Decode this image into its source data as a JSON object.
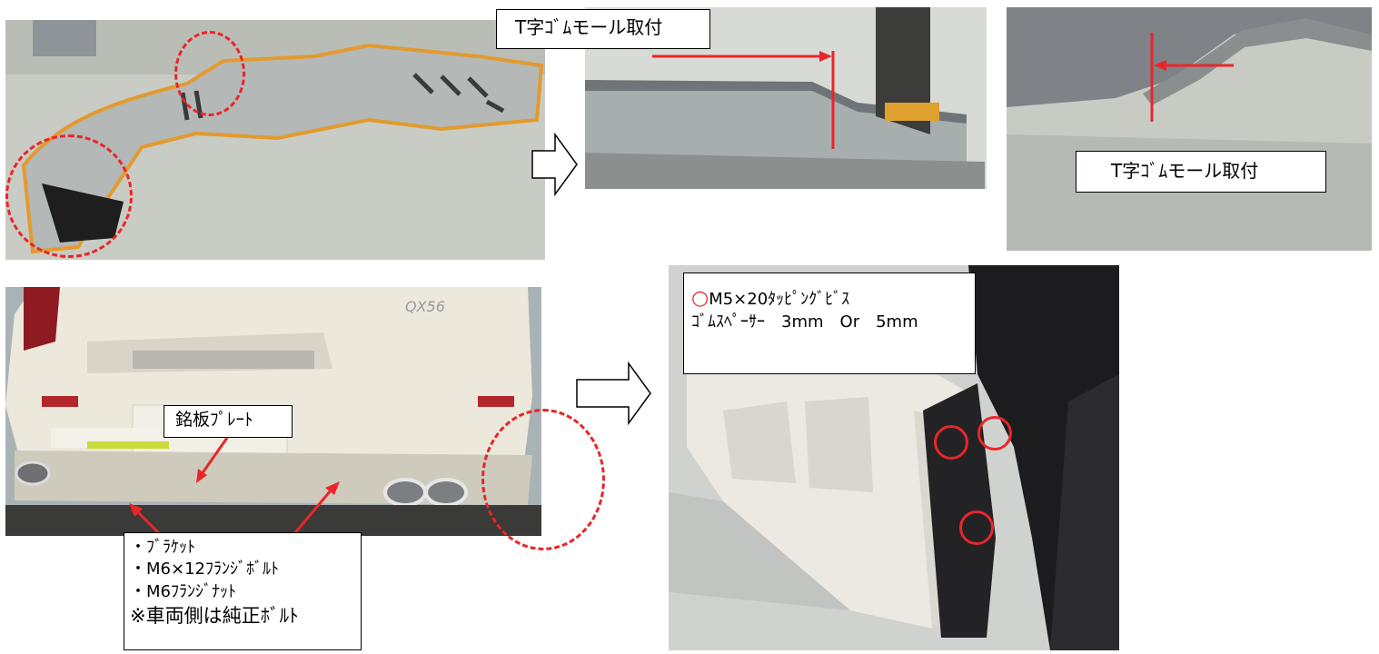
{
  "labels": {
    "molding_attach_1": "T字ｺﾞﾑモール取付",
    "molding_attach_2": "T字ｺﾞﾑモール取付",
    "plate_label": "銘板ﾌﾟﾚｰﾄ",
    "model_badge": "QX56",
    "screw_spec": {
      "marker": "○",
      "line1": "M5×20ﾀｯﾋﾟﾝｸﾞﾋﾞｽ",
      "line2": "ｺﾞﾑｽﾍﾟｰｻｰ　3mm　Or　5mm"
    },
    "hardware": [
      "・ﾌﾞﾗｹｯﾄ",
      "・M6×12ﾌﾗﾝｼﾞﾎﾞﾙﾄ",
      "・M6ﾌﾗﾝｼﾞﾅｯﾄ",
      "※車両側は純正ﾎﾞﾙﾄ"
    ]
  },
  "colors": {
    "annotation_red": "#e8262a",
    "floor": "#c9ccc4",
    "part_gray": "#b8bcb8",
    "car_white": "#ece8dc"
  },
  "icons": [
    "step-arrow-icon",
    "pointer-arrow-icon",
    "dashed-circle-marker",
    "screw-position-marker"
  ]
}
